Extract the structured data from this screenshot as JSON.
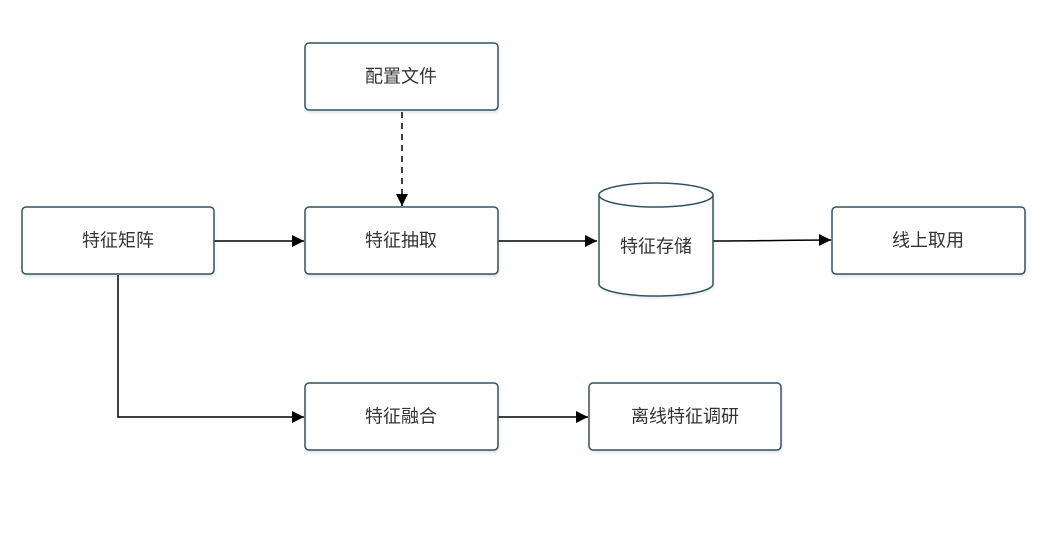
{
  "nodes": {
    "config_file": {
      "label": "配置文件"
    },
    "feature_matrix": {
      "label": "特征矩阵"
    },
    "feature_extraction": {
      "label": "特征抽取"
    },
    "feature_storage": {
      "label": "特征存储"
    },
    "online_fetch": {
      "label": "线上取用"
    },
    "feature_fusion": {
      "label": "特征融合"
    },
    "offline_research": {
      "label": "离线特征调研"
    }
  },
  "edges": [
    {
      "from": "config_file",
      "to": "feature_extraction",
      "style": "dashed"
    },
    {
      "from": "feature_matrix",
      "to": "feature_extraction",
      "style": "solid"
    },
    {
      "from": "feature_extraction",
      "to": "feature_storage",
      "style": "solid"
    },
    {
      "from": "feature_storage",
      "to": "online_fetch",
      "style": "solid"
    },
    {
      "from": "feature_matrix",
      "to": "feature_fusion",
      "style": "solid"
    },
    {
      "from": "feature_fusion",
      "to": "offline_research",
      "style": "solid"
    }
  ],
  "colors": {
    "node_border": "#2f5466",
    "edge": "#000000",
    "text": "#333333"
  }
}
